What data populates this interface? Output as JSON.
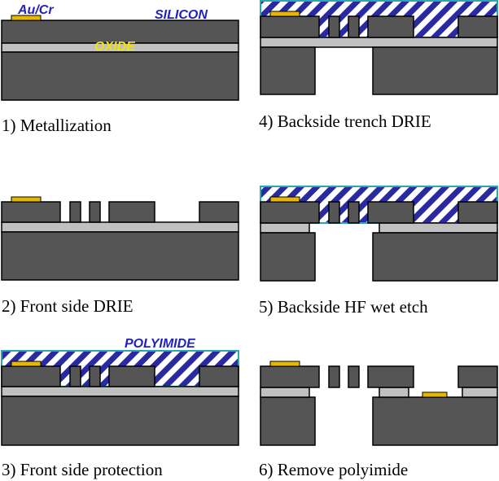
{
  "labels": {
    "au_cr": "Au/Cr",
    "silicon": "SILICON",
    "oxide": "OXIDE",
    "polyimide": "POLYIMIDE"
  },
  "steps": [
    {
      "caption": "1) Metallization"
    },
    {
      "caption": "2) Front side DRIE"
    },
    {
      "caption": "3) Front side protection"
    },
    {
      "caption": "4) Backside trench DRIE"
    },
    {
      "caption": "5) Backside HF wet etch"
    },
    {
      "caption": "6) Remove polyimide"
    }
  ],
  "colors": {
    "silicon": "#555555",
    "oxide": "#c0c0c0",
    "metal": "#e8b800",
    "polyimide_hatch": "#2a2aa0",
    "polyimide_outline": "#2aa8b0",
    "label_blue": "#2222bb",
    "label_yellow": "#f2e400"
  }
}
